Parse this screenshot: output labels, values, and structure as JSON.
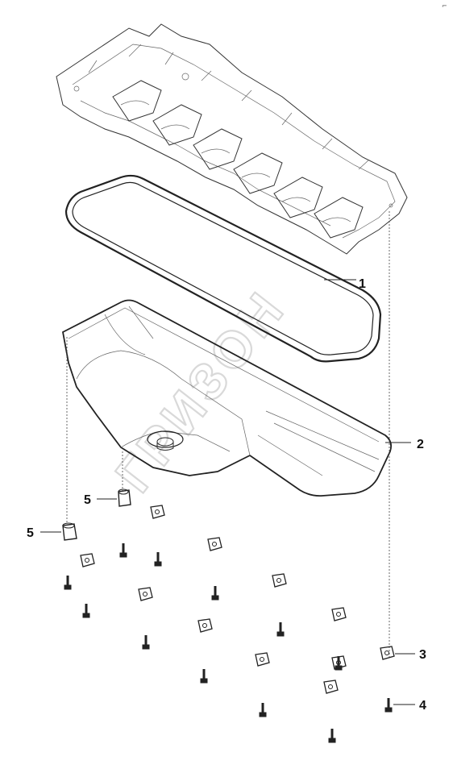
{
  "corner_mark": "⌐",
  "watermark": "ГРИЗОН",
  "callouts": [
    {
      "id": "1",
      "label": "1"
    },
    {
      "id": "2",
      "label": "2"
    },
    {
      "id": "3",
      "label": "3"
    },
    {
      "id": "4",
      "label": "4"
    },
    {
      "id": "5a",
      "label": "5"
    },
    {
      "id": "5b",
      "label": "5"
    }
  ],
  "colors": {
    "line": "#333333",
    "background": "#ffffff",
    "watermark": "#d9d9d9"
  }
}
